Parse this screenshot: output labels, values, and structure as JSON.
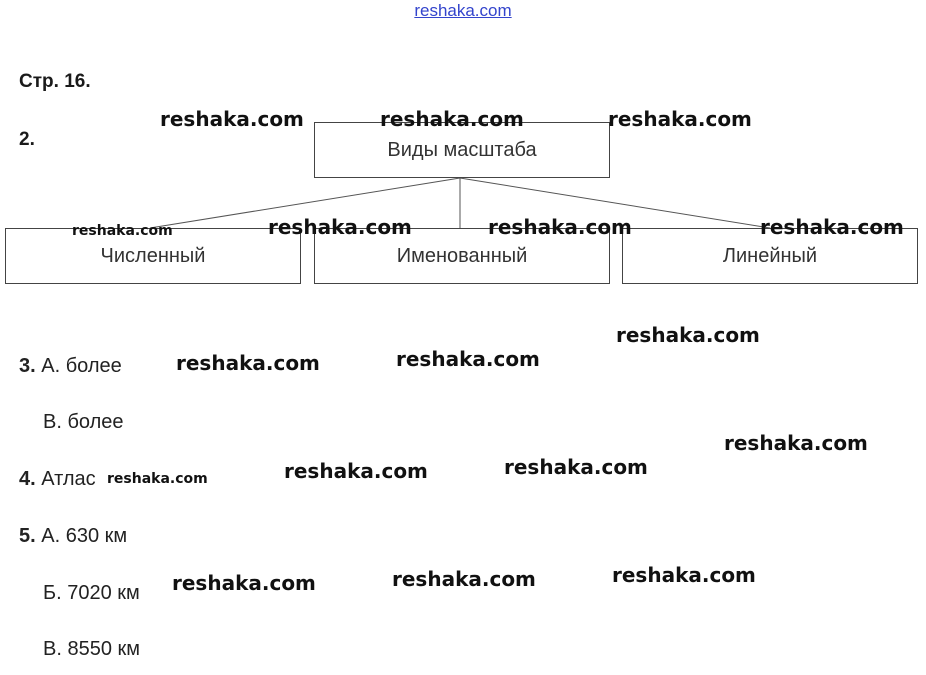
{
  "site_link": "reshaka.com",
  "page_label": "Стр. 16.",
  "task2": {
    "number": "2.",
    "root": "Виды масштаба",
    "children": [
      "Численный",
      "Именованный",
      "Линейный"
    ]
  },
  "answers": {
    "task3_number": "3.",
    "task3_a": "А. более",
    "task3_b": "В. более",
    "task4_number": "4.",
    "task4_text": "Атлас",
    "task5_number": "5.",
    "task5_a": "А. 630 км",
    "task5_b": "Б. 7020 км",
    "task5_c": "В. 8550 км"
  },
  "watermark": "reshaka.com",
  "colors": {
    "link": "#3344cc",
    "border": "#444444",
    "text": "#1a1a1a"
  }
}
